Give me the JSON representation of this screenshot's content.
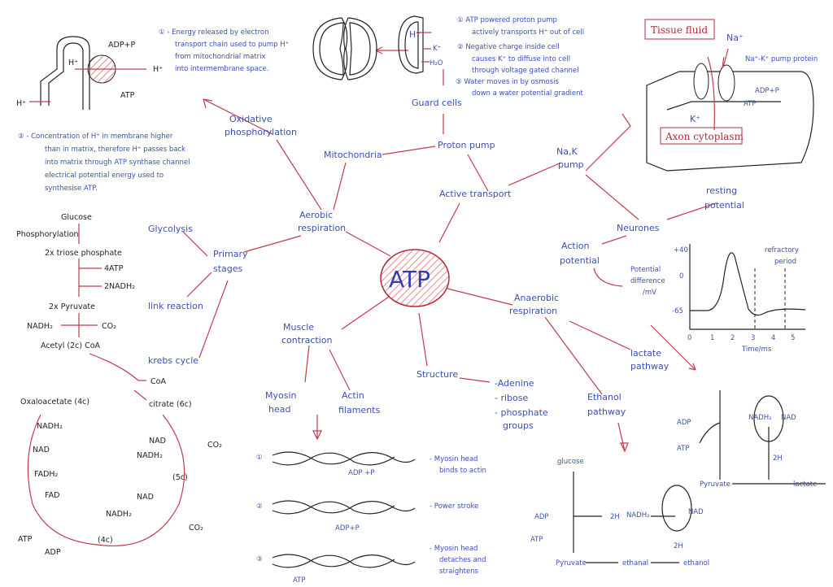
{
  "center": "ATP",
  "branches": {
    "aerobic": [
      "Aerobic",
      "respiration"
    ],
    "mitochondria": "Mitochondria",
    "oxidative": [
      "Oxidative",
      "phosphorylation"
    ],
    "proton_pump": "Proton pump",
    "guard_cells": "Guard cells",
    "active_transport": "Active transport",
    "nak_pump": [
      "Na,K",
      "pump"
    ],
    "neurones": "Neurones",
    "resting": [
      "resting",
      "potential"
    ],
    "action": [
      "Action",
      "potential"
    ],
    "anaerobic": [
      "Anaerobic",
      "respiration"
    ],
    "lactate_pathway": [
      "lactate",
      "pathway"
    ],
    "ethanol_pathway": [
      "Ethanol",
      "pathway"
    ],
    "structure": "Structure",
    "structure_items": [
      "-Adenine",
      "- ribose",
      "- phosphate",
      "groups"
    ],
    "muscle": [
      "Muscle",
      "contraction"
    ],
    "myosin": [
      "Myosin",
      "head"
    ],
    "actin": [
      "Actin",
      "filaments"
    ],
    "primary": [
      "Primary",
      "stages"
    ],
    "glycolysis": "Glycolysis",
    "link": "link reaction",
    "krebs": "krebs cycle"
  },
  "notes": {
    "ox1": [
      "① - Energy released by electron",
      "transport chain used to pump H⁺",
      "from mitochondrial matrix",
      "into intermembrane space."
    ],
    "ox2": [
      "② - Concentration of H⁺ in membrane higher",
      "than in matrix, therefore H⁺ passes back",
      "into matrix through ATP synthase channel",
      "electrical potential energy used to",
      "synthesise ATP."
    ],
    "guard": [
      "① ATP powered proton pump",
      "actively transports H⁺ out of cell",
      "② Negative charge inside cell",
      "causes K⁺ to diffuse into cell",
      "through voltage gated channel",
      "③ Water moves in by osmosis",
      "down a water potential gradient"
    ],
    "guard_ions": [
      "H⁺",
      "K⁺",
      "H₂O"
    ],
    "muscle_steps": [
      {
        "num": "①",
        "text": [
          "- Myosin head",
          "binds to actin"
        ],
        "label": "ADP +P"
      },
      {
        "num": "②",
        "text": [
          "- Power stroke"
        ],
        "label": "ADP+P"
      },
      {
        "num": "③",
        "text": [
          "- Myosin head",
          "detaches and",
          "straightens"
        ],
        "label": "ATP"
      }
    ]
  },
  "mito_diagram": {
    "adp": "ADP+P",
    "h1": "H⁺",
    "h2": "H⁺",
    "h3": "H⁺",
    "atp": "ATP"
  },
  "axon": {
    "tissue_fluid": "Tissue fluid",
    "na": "Na⁺",
    "pump": "Na⁺-K⁺ pump protein",
    "adp": "ADP+P",
    "atp": "ATP",
    "k": "K⁺",
    "cytoplasm": "Axon cytoplasm"
  },
  "graph": {
    "ylabel": [
      "Potential",
      "difference",
      "/mV"
    ],
    "yticks": [
      "+40",
      "0",
      "-65"
    ],
    "xticks": [
      "0",
      "1",
      "2",
      "3",
      "4",
      "5"
    ],
    "xlabel": "Time/ms",
    "refractory": [
      "refractory",
      "period"
    ]
  },
  "glycolysis": {
    "glucose": "Glucose",
    "phos": "Phosphorylation",
    "triose": "2x triose phosphate",
    "atp4": "4ATP",
    "nadh2": "2NADH₂",
    "pyruvate": "2x Pyruvate",
    "nadh": "NADH₂",
    "co2": "CO₂",
    "acetyl": "Acetyl (2c) CoA"
  },
  "krebs": {
    "coa": "CoA",
    "oxaloacetate": "Oxaloacetate (4c)",
    "citrate": "citrate (6c)",
    "nadh_l": "NADH₂",
    "nad_l": "NAD",
    "fadh2": "FADH₂",
    "fad": "FAD",
    "nad_r": "NAD",
    "nadh_r": "NADH₂",
    "co2_r": "CO₂",
    "c5": "(5c)",
    "nad_b": "NAD",
    "nadh_b": "NADH₂",
    "co2_b": "CO₂",
    "c4": "(4c)",
    "atp": "ATP",
    "adp": "ADP"
  },
  "lactate": {
    "adp": "ADP",
    "atp": "ATP",
    "nadh2": "NADH₂",
    "nad": "NAD",
    "h2": "2H",
    "pyruvate": "Pyruvate",
    "lactate": "lactate"
  },
  "ethanol": {
    "glucose": "glucose",
    "adp": "ADP",
    "atp": "ATP",
    "h2a": "2H",
    "nadh2": "NADH₂",
    "nad": "NAD",
    "h2b": "2H",
    "pyruvate": "Pyruvate",
    "ethanal": "ethanal",
    "ethanol": "ethanol"
  }
}
